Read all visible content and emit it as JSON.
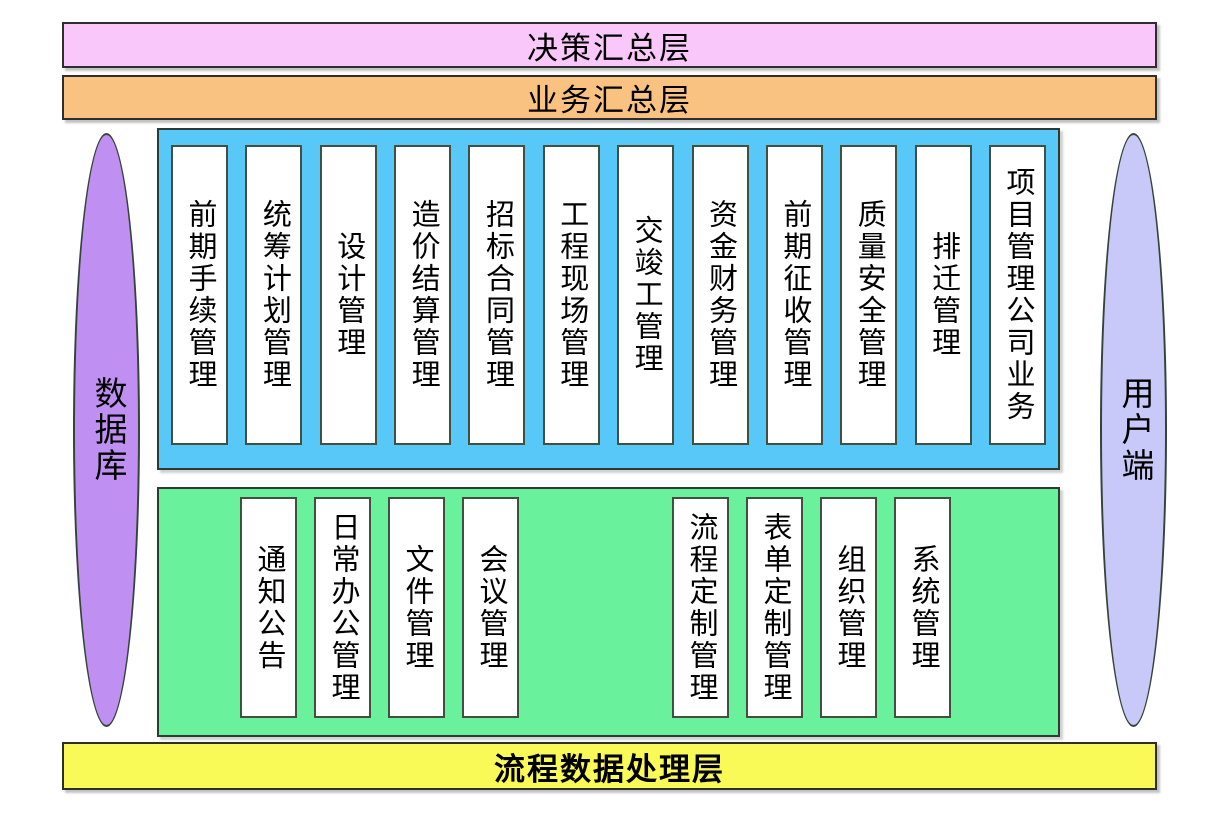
{
  "layers": {
    "decision": {
      "label": "决策汇总层"
    },
    "business": {
      "label": "业务汇总层"
    },
    "process": {
      "label": "流程数据处理层"
    }
  },
  "sides": {
    "database": {
      "label": "数据库"
    },
    "client": {
      "label": "用户端"
    }
  },
  "business_modules": {
    "items": [
      "前期手续管理",
      "统筹计划管理",
      "设计管理",
      "造价结算管理",
      "招标合同管理",
      "工程现场管理",
      "交竣工管理",
      "资金财务管理",
      "前期征收管理",
      "质量安全管理",
      "排迁管理",
      "项目管理公司业务"
    ]
  },
  "office_modules": {
    "items": [
      "通知公告",
      "日常办公管理",
      "文件管理",
      "会议管理"
    ]
  },
  "system_modules": {
    "items": [
      "流程定制管理",
      "表单定制管理",
      "组织管理",
      "系统管理"
    ]
  },
  "colors": {
    "decision_banner": "#f9c7f9",
    "business_banner": "#f9c280",
    "process_banner": "#f9f957",
    "business_panel": "#58c8f8",
    "office_panel": "#69f19c",
    "database_ellipse": "#bf90f1",
    "client_ellipse": "#c9c9f9",
    "module_fill": "#ffffff",
    "border": "#2e2e2e",
    "text": "#000000"
  }
}
